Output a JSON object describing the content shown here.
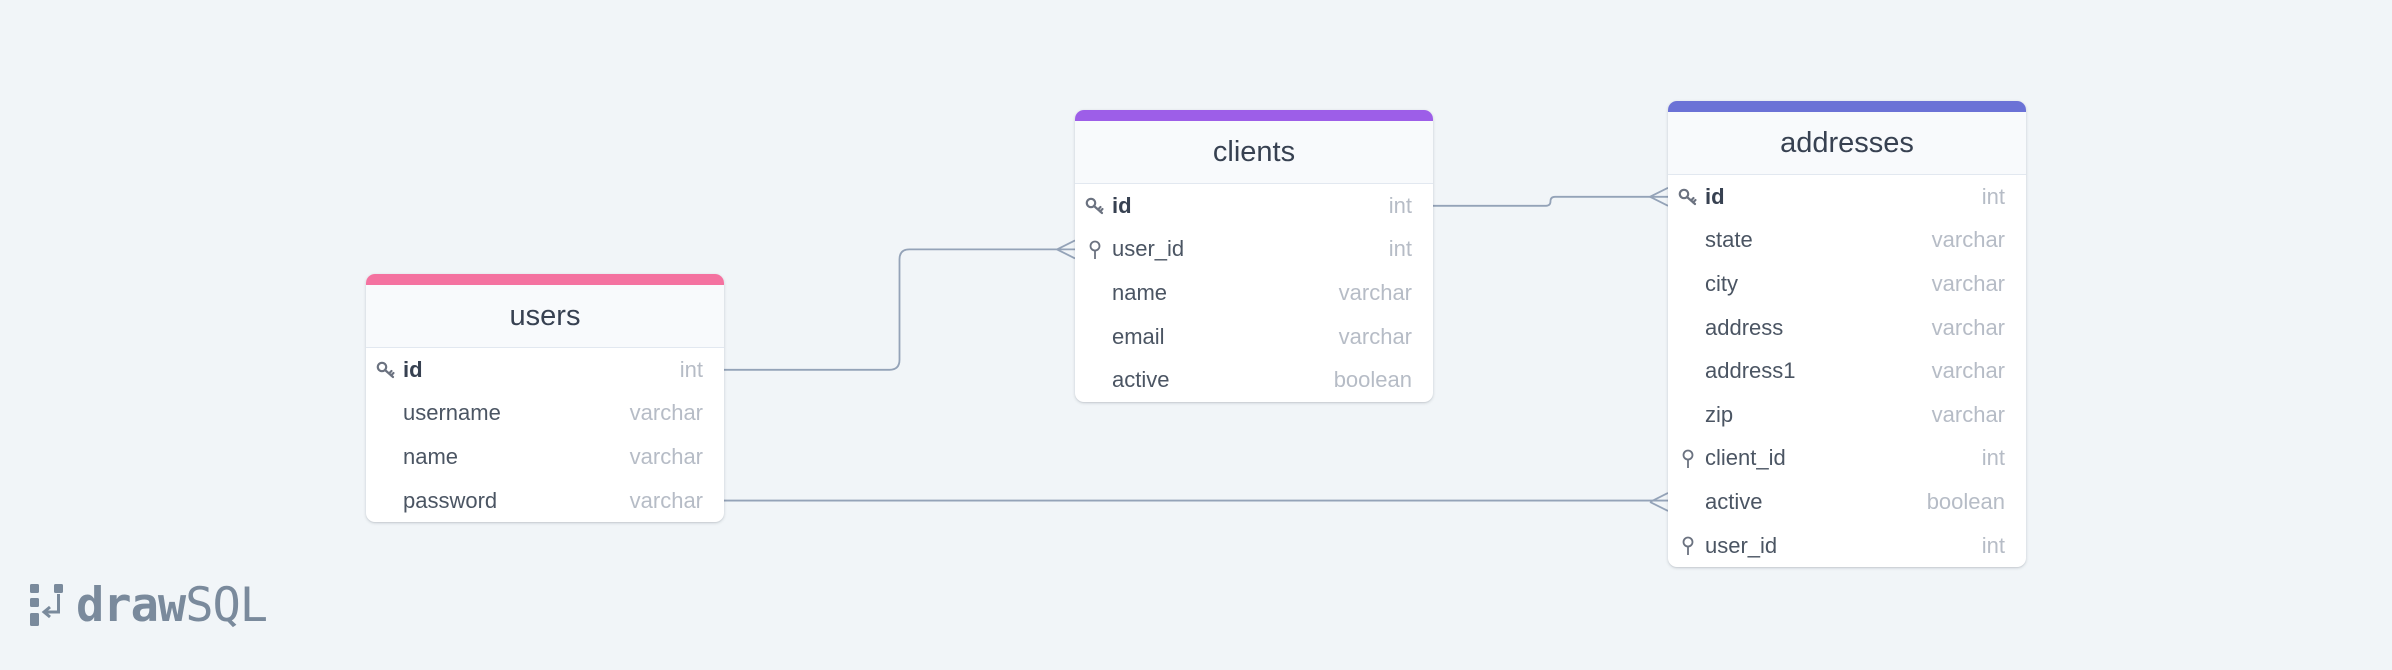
{
  "tables": [
    {
      "name": "users",
      "accent": "#f472a0",
      "columns": [
        {
          "name": "id",
          "type": "int",
          "key": "primary"
        },
        {
          "name": "username",
          "type": "varchar",
          "key": "none"
        },
        {
          "name": "name",
          "type": "varchar",
          "key": "none"
        },
        {
          "name": "password",
          "type": "varchar",
          "key": "none"
        }
      ]
    },
    {
      "name": "clients",
      "accent": "#9d5ee8",
      "columns": [
        {
          "name": "id",
          "type": "int",
          "key": "primary"
        },
        {
          "name": "user_id",
          "type": "int",
          "key": "foreign"
        },
        {
          "name": "name",
          "type": "varchar",
          "key": "none"
        },
        {
          "name": "email",
          "type": "varchar",
          "key": "none"
        },
        {
          "name": "active",
          "type": "boolean",
          "key": "none"
        }
      ]
    },
    {
      "name": "addresses",
      "accent": "#6b72d6",
      "columns": [
        {
          "name": "id",
          "type": "int",
          "key": "primary"
        },
        {
          "name": "state",
          "type": "varchar",
          "key": "none"
        },
        {
          "name": "city",
          "type": "varchar",
          "key": "none"
        },
        {
          "name": "address",
          "type": "varchar",
          "key": "none"
        },
        {
          "name": "address1",
          "type": "varchar",
          "key": "none"
        },
        {
          "name": "zip",
          "type": "varchar",
          "key": "none"
        },
        {
          "name": "client_id",
          "type": "int",
          "key": "foreign"
        },
        {
          "name": "active",
          "type": "boolean",
          "key": "none"
        },
        {
          "name": "user_id",
          "type": "int",
          "key": "foreign"
        }
      ]
    }
  ],
  "relations": [
    {
      "from": "users.id",
      "to": "clients.user_id",
      "cardinality": "one-to-many"
    },
    {
      "from": "clients.id",
      "to": "addresses.id",
      "cardinality": "one-to-many"
    },
    {
      "from": "users.password",
      "to": "addresses.active",
      "cardinality": "one-to-many"
    }
  ],
  "connector_color": "#94a3b8",
  "icons": {
    "primary": "key-icon",
    "foreign": "foreign-key-icon"
  },
  "logo": {
    "draw": "draw",
    "sql": "SQL"
  }
}
